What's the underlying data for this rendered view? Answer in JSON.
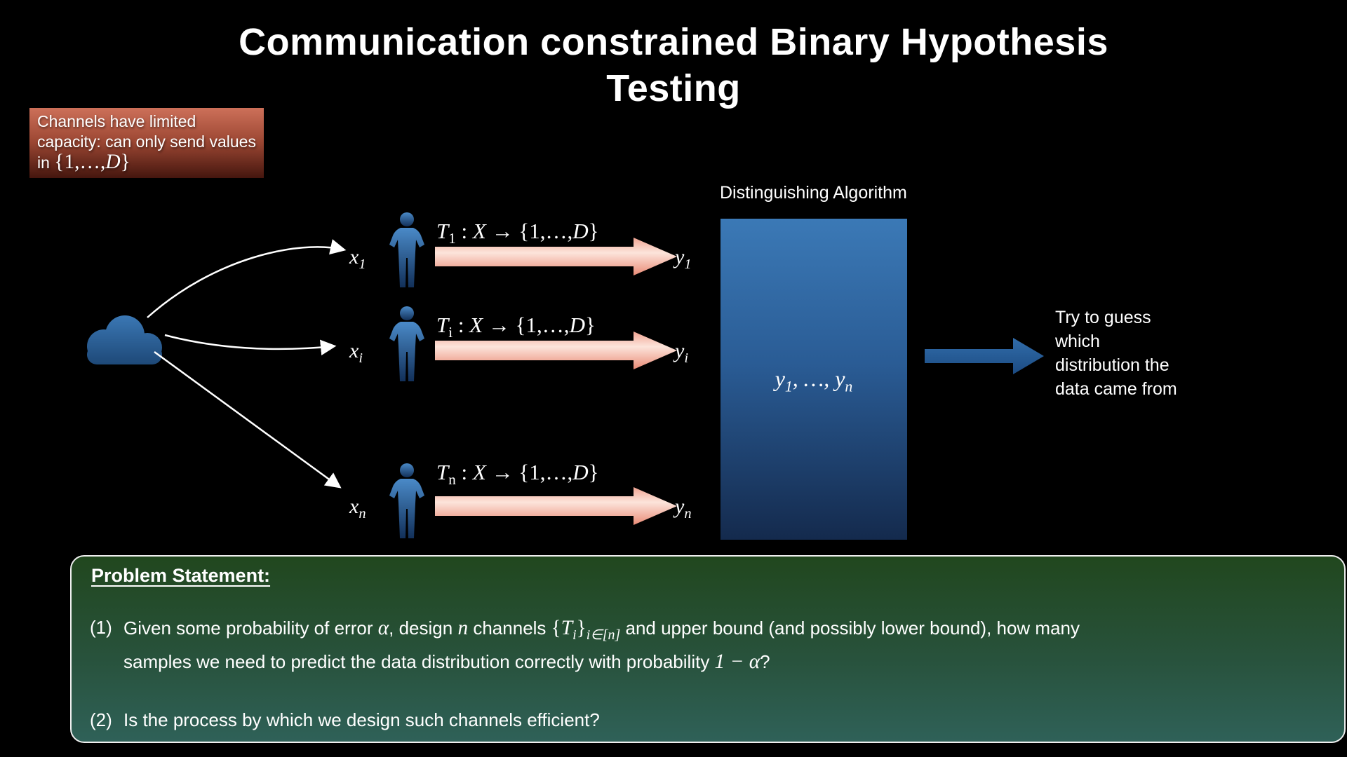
{
  "title": {
    "line1": "Communication constrained Binary Hypothesis",
    "line2": "Testing"
  },
  "capacity_box": {
    "text": "Channels have limited capacity: can only send values in ",
    "math_pre": "{1,…,",
    "math_d": "D",
    "math_close": "}"
  },
  "labels": {
    "x_base": "x",
    "y_base": "y"
  },
  "map": {
    "t_base": "T",
    "colon": " : ",
    "domain": "X",
    "arrow": " → ",
    "range_pre": "{1,…,",
    "range_d": "D",
    "range_close": "}"
  },
  "rows": [
    {
      "sub": "1"
    },
    {
      "sub": "i"
    },
    {
      "sub": "n"
    }
  ],
  "algorithm": {
    "label": "Distinguishing Algorithm",
    "content": {
      "b1": "y",
      "s1": "1",
      "mid": ", …, ",
      "b2": "y",
      "s2": "n"
    }
  },
  "guess": {
    "lines": [
      "Try to guess",
      "which",
      "distribution the",
      "data came from"
    ]
  },
  "problem": {
    "heading": "Problem Statement:",
    "item1": {
      "num": "(1)",
      "pre": "Given some probability of error ",
      "alpha": "α",
      "mid1": ", design ",
      "n": "n",
      "mid2": " channels ",
      "set_open": "{",
      "set_t": "T",
      "set_sub": "i",
      "set_close": "}",
      "set_outer_sub": "i∈[n]",
      "post": " and upper bound (and possibly lower bound), how many",
      "line2": "samples we need to predict the data distribution correctly with probability ",
      "line2_math": "1 − α",
      "line2_end": "?"
    },
    "item2": {
      "num": "(2)",
      "text": "Is the process by which we design such channels efficient?"
    }
  },
  "colors": {
    "background": "#000000",
    "accent_red_top": "#cd7059",
    "accent_red_bottom": "#45160e",
    "accent_blue_top": "#3b79b6",
    "accent_blue_bottom": "#142a4d",
    "accent_pink": "#ec8c78",
    "accent_green_top": "#21471e",
    "accent_green_bottom": "#2f6158"
  }
}
